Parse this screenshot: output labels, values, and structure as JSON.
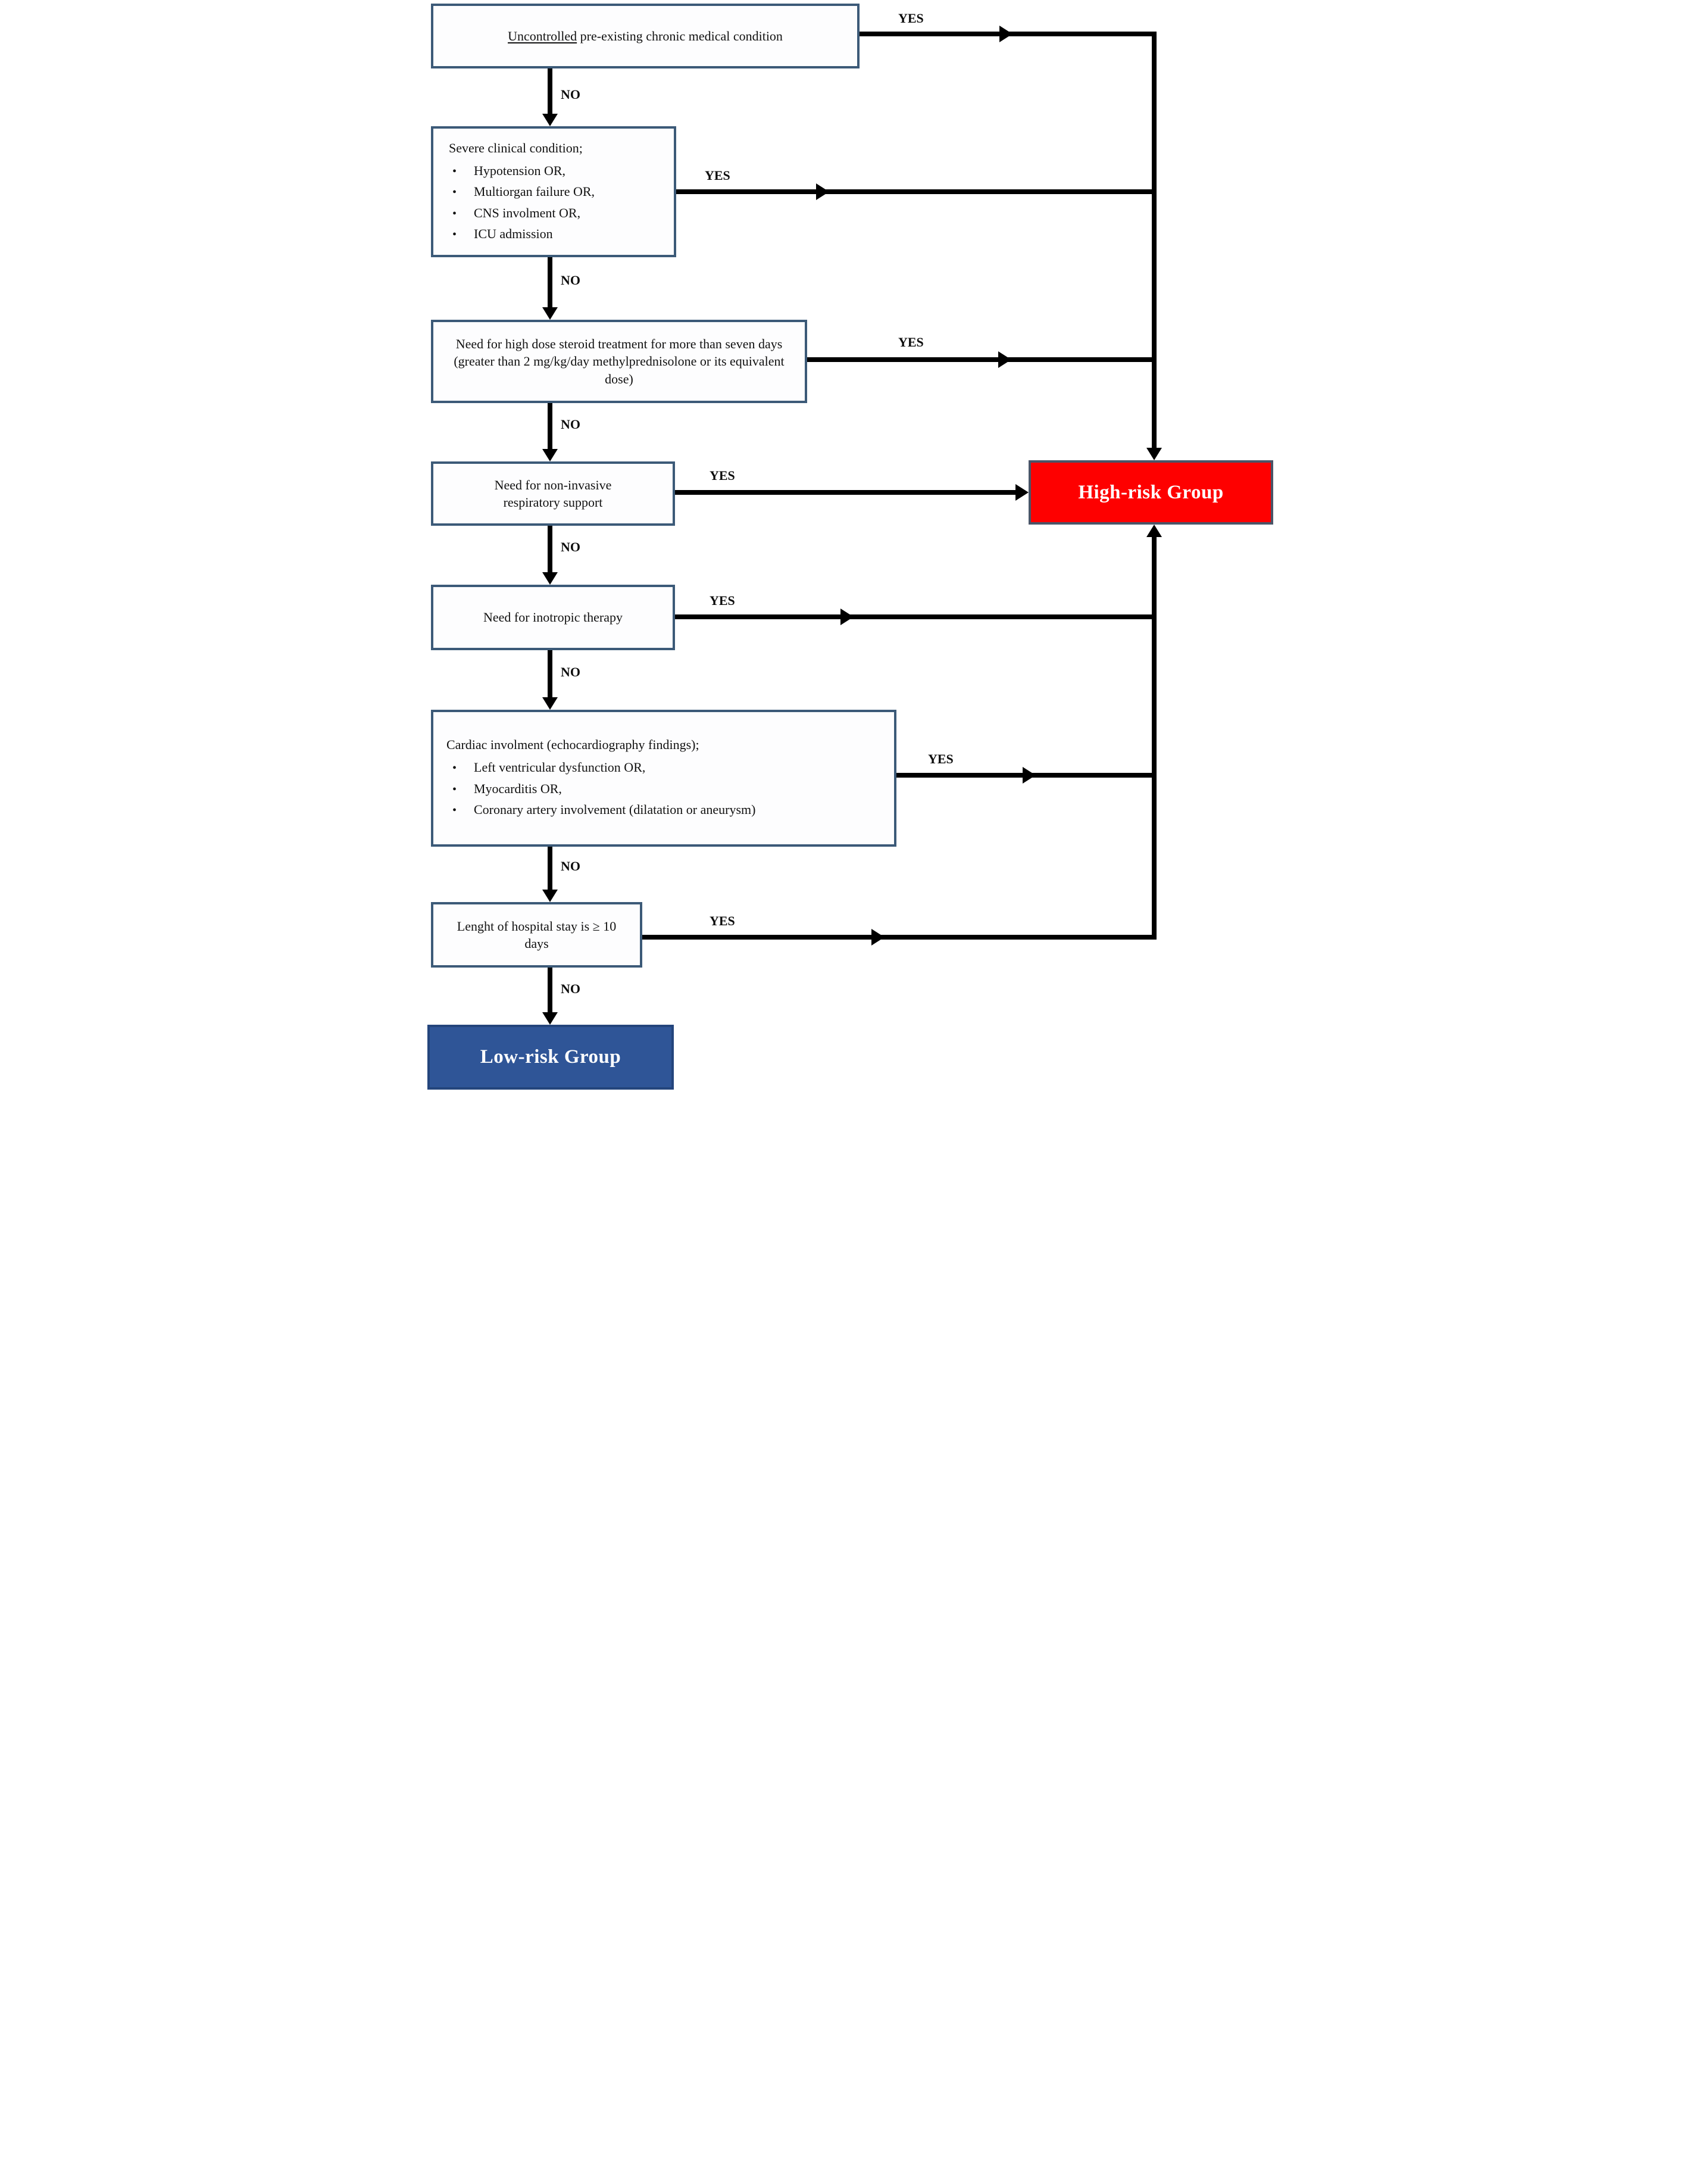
{
  "flowchart": {
    "labels": {
      "yes": "YES",
      "no": "NO"
    },
    "boxes": {
      "box1": {
        "underlined": "Uncontrolled",
        "rest": " pre-existing chronic medical condition"
      },
      "box2": {
        "title": "Severe clinical condition;",
        "bullets": [
          "Hypotension OR,",
          "Multiorgan failure OR,",
          "CNS involment OR,",
          "ICU admission"
        ]
      },
      "box3": {
        "text": "Need for high dose steroid treatment for more than seven days (greater than 2 mg/kg/day methylprednisolone or its equivalent dose)"
      },
      "box4": {
        "text": "Need for non-invasive respiratory support"
      },
      "box5": {
        "text": "Need for inotropic therapy"
      },
      "box6": {
        "title": "Cardiac involment (echocardiography findings);",
        "bullets": [
          "Left ventricular dysfunction OR,",
          "Myocarditis OR,",
          "Coronary artery involvement (dilatation or aneurysm)"
        ]
      },
      "box7": {
        "text": "Lenght of hospital stay is ≥ 10 days"
      }
    },
    "outcomes": {
      "high_risk": {
        "label": "High-risk Group",
        "fill": "#FE0000",
        "text_color": "#FFFFFF",
        "border": "#4A5568"
      },
      "low_risk": {
        "label": "Low-risk Group",
        "fill": "#2F5597",
        "text_color": "#FFFFFF",
        "border": "#24457C"
      }
    },
    "colors": {
      "box_border": "#3C5A78",
      "connector": "#000000"
    }
  }
}
